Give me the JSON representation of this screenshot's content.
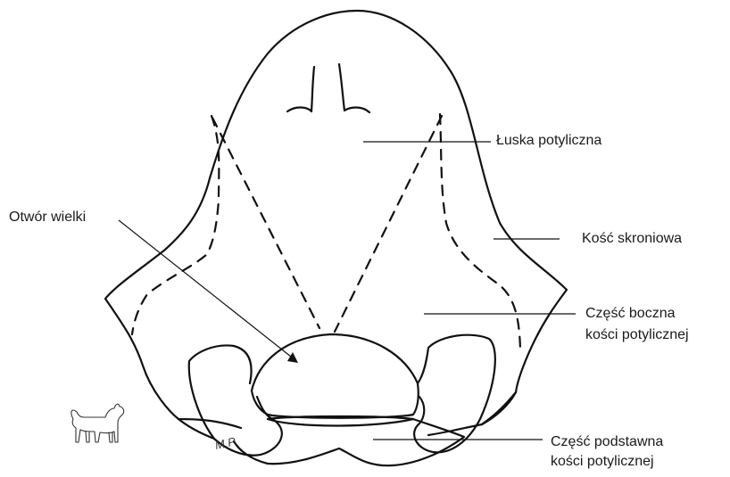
{
  "labels": {
    "luska": "Łuska potyliczna",
    "kosc_skroniowa": "Kość skroniowa",
    "otwor": "Otwór wielki",
    "czesc_boczna_1": "Część boczna",
    "czesc_boczna_2": "kości potylicznej",
    "czesc_podstawna_1": "Część podstawna",
    "czesc_podstawna_2": "kości potylicznej"
  },
  "signature": "M.P.",
  "icons": {
    "species": "dog-icon"
  }
}
